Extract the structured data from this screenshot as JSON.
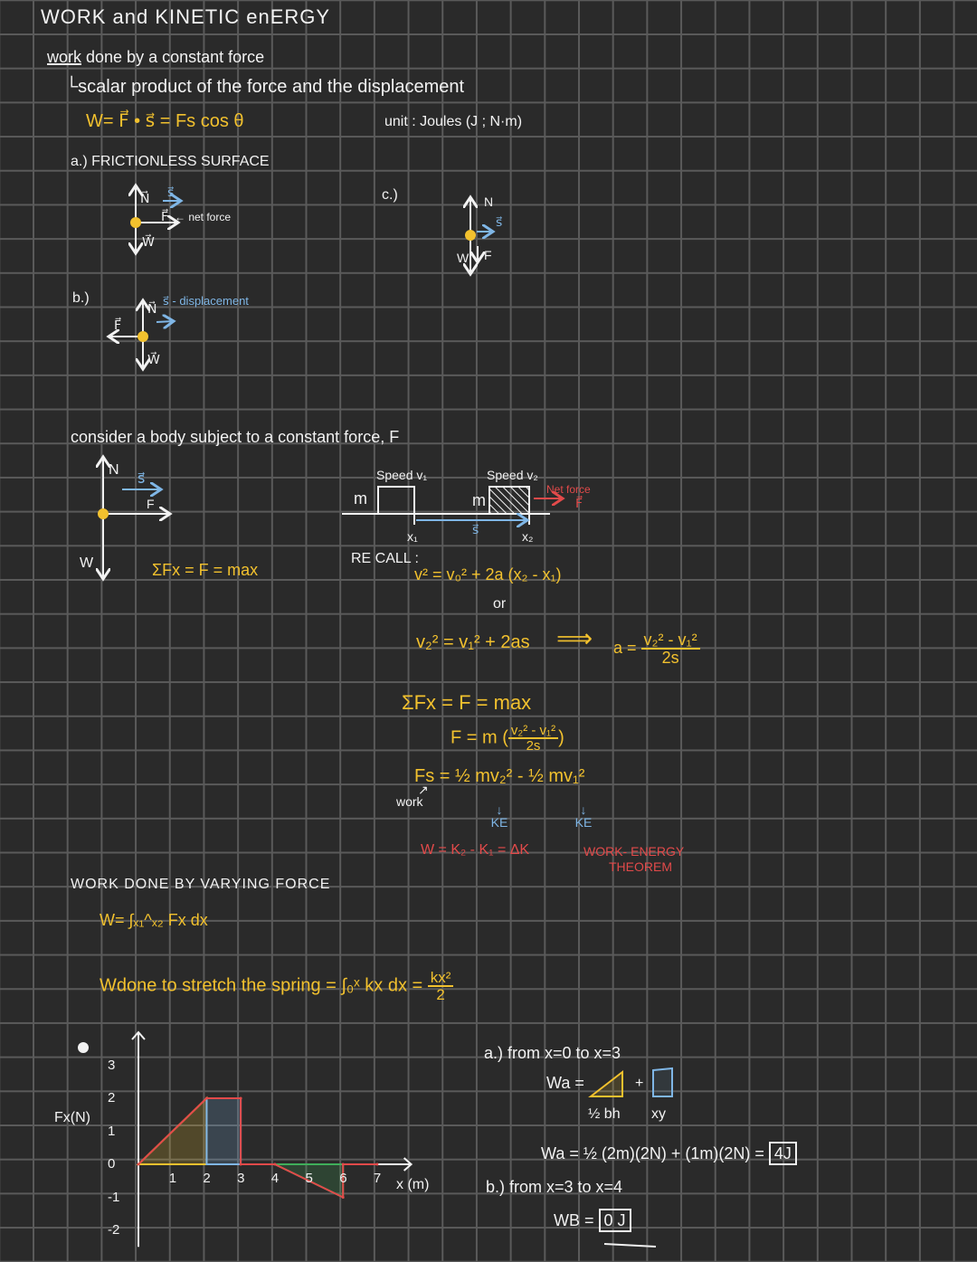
{
  "title": "WORK and KINETIC enERGY",
  "section1": {
    "heading_underlined": "work",
    "heading_rest": " done by a constant force",
    "definition": "└scalar product of the force and the displacement",
    "formula": "W= F⃗ • s⃗  =  Fs cos θ",
    "unit": "unit : Joules (J ; N·m)"
  },
  "case_a": {
    "label": "a.) FRICTIONLESS SURFACE",
    "n": "N⃗",
    "s": "s⃗",
    "f": "F⃗",
    "net": "← net force",
    "w": "W⃗"
  },
  "case_b": {
    "label": "b.)",
    "n": "N⃗",
    "s": "s⃗ - displacement",
    "f": "F⃗",
    "w": "W⃗"
  },
  "case_c": {
    "label": "c.)",
    "n": "N",
    "s": "s⃗",
    "w": "W",
    "f": "F"
  },
  "consider": {
    "text": "consider a body subject to a constant force, F",
    "n": "N",
    "s": "s⃗",
    "f": "F",
    "w": "W",
    "sum_forces": "ΣFx = F = max"
  },
  "blocks": {
    "m1": "m",
    "m2": "m",
    "speed1": "Speed v₁",
    "speed2": "Speed v₂",
    "x1": "x₁",
    "x2": "x₂",
    "s": "s⃗",
    "net_force": "Net force",
    "net_force_vec": "F⃗"
  },
  "recall": {
    "label": "RE CALL :",
    "eq1": "v² = v₀² + 2a (x₂ - x₁)",
    "or": "or",
    "eq2": "v₂² = v₁² + 2as",
    "implies": "⟹",
    "a_lhs": "a =",
    "a_num": "v₂² - v₁²",
    "a_den": "2s",
    "eq3": "ΣFx = F = max",
    "eq4_lhs": "F = m (",
    "eq4_num": "v₂² - v₁²",
    "eq4_den": "2s",
    "eq4_rhs": ")",
    "eq5": "Fs  =  ½ mv₂²  -  ½ mv₁²",
    "work_arrow": "↗",
    "work": "work",
    "ke1": "↓ KE",
    "ke2": "↓ KE",
    "theorem_eq": "W = K₂ - K₁ = ΔK",
    "theorem_name1": "WORK- ENERGY",
    "theorem_name2": "THEOREM"
  },
  "varying": {
    "heading": "WORK DONE BY VARYING FORCE",
    "integral": "W= ∫ₓ₁^ₓ₂ Fx dx",
    "spring": "Wdone to stretch the spring = ∫₀ˣ kx dx =",
    "spring_num": "kx²",
    "spring_den": "2"
  },
  "chart_data": {
    "type": "area",
    "xlabel": "x (m)",
    "ylabel": "Fx(N)",
    "xticks": [
      "1",
      "2",
      "3",
      "4",
      "5",
      "6",
      "7"
    ],
    "yticks": [
      "3",
      "2",
      "1",
      "0",
      "-1",
      "-2"
    ],
    "xlim": [
      0,
      8
    ],
    "ylim": [
      -2.5,
      4
    ],
    "points": [
      [
        0,
        0
      ],
      [
        2,
        2
      ],
      [
        3,
        2
      ],
      [
        3,
        0
      ],
      [
        4,
        0
      ],
      [
        6,
        -1
      ],
      [
        6,
        0
      ],
      [
        7,
        0
      ]
    ],
    "regions": [
      {
        "shape": "triangle",
        "x": [
          0,
          2
        ],
        "y_max": 2,
        "color": "#f2c12e"
      },
      {
        "shape": "rectangle",
        "x": [
          2,
          3
        ],
        "y_max": 2,
        "color": "#7fb6e6"
      },
      {
        "shape": "triangle",
        "x": [
          4,
          6
        ],
        "y_min": -1,
        "color": "#3fae5a"
      }
    ],
    "line_color": "#e24a4a"
  },
  "solution": {
    "a_label": "a.) from x=0 to x=3",
    "wa": "Wa =",
    "plus": "+",
    "tri_formula": "½ bh",
    "rect_formula": "xy",
    "wa_calc": "Wa = ½ (2m)(2N) + (1m)(2N) =",
    "wa_result": "4J",
    "b_label": "b.) from x=3 to  x=4",
    "wb": "WB =",
    "wb_result": "0 J"
  },
  "colors": {
    "background": "#2a2a2a",
    "grid": "#5a5a5a",
    "yellow": "#f2c12e",
    "blue": "#7fb6e6",
    "red": "#e24a4a",
    "green": "#3fae5a"
  }
}
